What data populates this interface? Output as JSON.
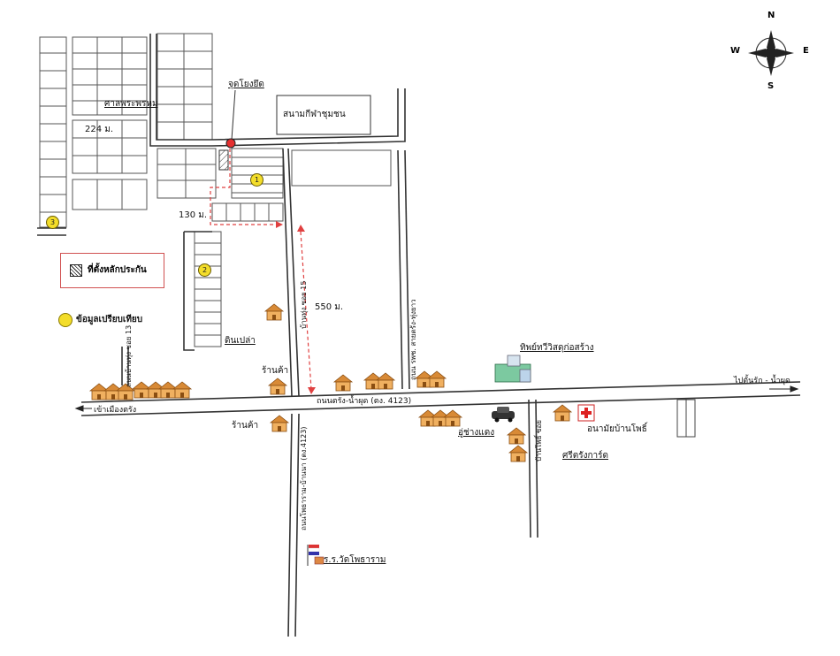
{
  "labels": {
    "temple_hall": "ศาลพระพรหม",
    "dist_224": "224 ม.",
    "dist_130": "130 ม.",
    "dist_550": "550 ม.",
    "junction": "จุดโยงยึด",
    "stadium": "สนามกีฬาชุมชน",
    "legend_text": "ที่ตั้งหลักประกัน",
    "compare_info": "ข้อมูลเปรียบเทียบ",
    "soil_land": "ดินเปล่า",
    "shop_top": "ร้านค้า",
    "shop_bottom": "ร้านค้า",
    "to_trang": "เข้าเมืองตรัง",
    "main_road": "ถนนตรัง-น้ำผุด (ตง. 4123)",
    "to_namphut": "ไปตั้นรัก - น้ำผุด",
    "townhouse": "ทิพย์ทวีวิสดุก่อสร้าง",
    "garage": "อู่ช่างแดง",
    "clinic": "อนามัยบ้านโพธิ์",
    "sri_trang": "ศรีตรังการ์ด",
    "school": "ร.ร.วัดโพธาราม",
    "road_v1": "บ้านทุ่ง ซอย 15",
    "road_v2": "ถนนบ้านทุ่ง ซอย 13",
    "road_v3": "ถนน รพช. สายตรัง-ทุ่งยาว",
    "road_v4": "ถนนโพธาราม-บ้านนา (ตง.4123)",
    "road_v5": "บ้านโพธิ์ ซอย"
  },
  "badges": [
    "1",
    "2",
    "3"
  ],
  "compass": {
    "n": "N",
    "s": "S",
    "e": "E",
    "w": "W"
  },
  "colors": {
    "marker": "#e53030",
    "route": "#e04040",
    "badge": "#f3dd2a",
    "house": "#e8a04a"
  }
}
